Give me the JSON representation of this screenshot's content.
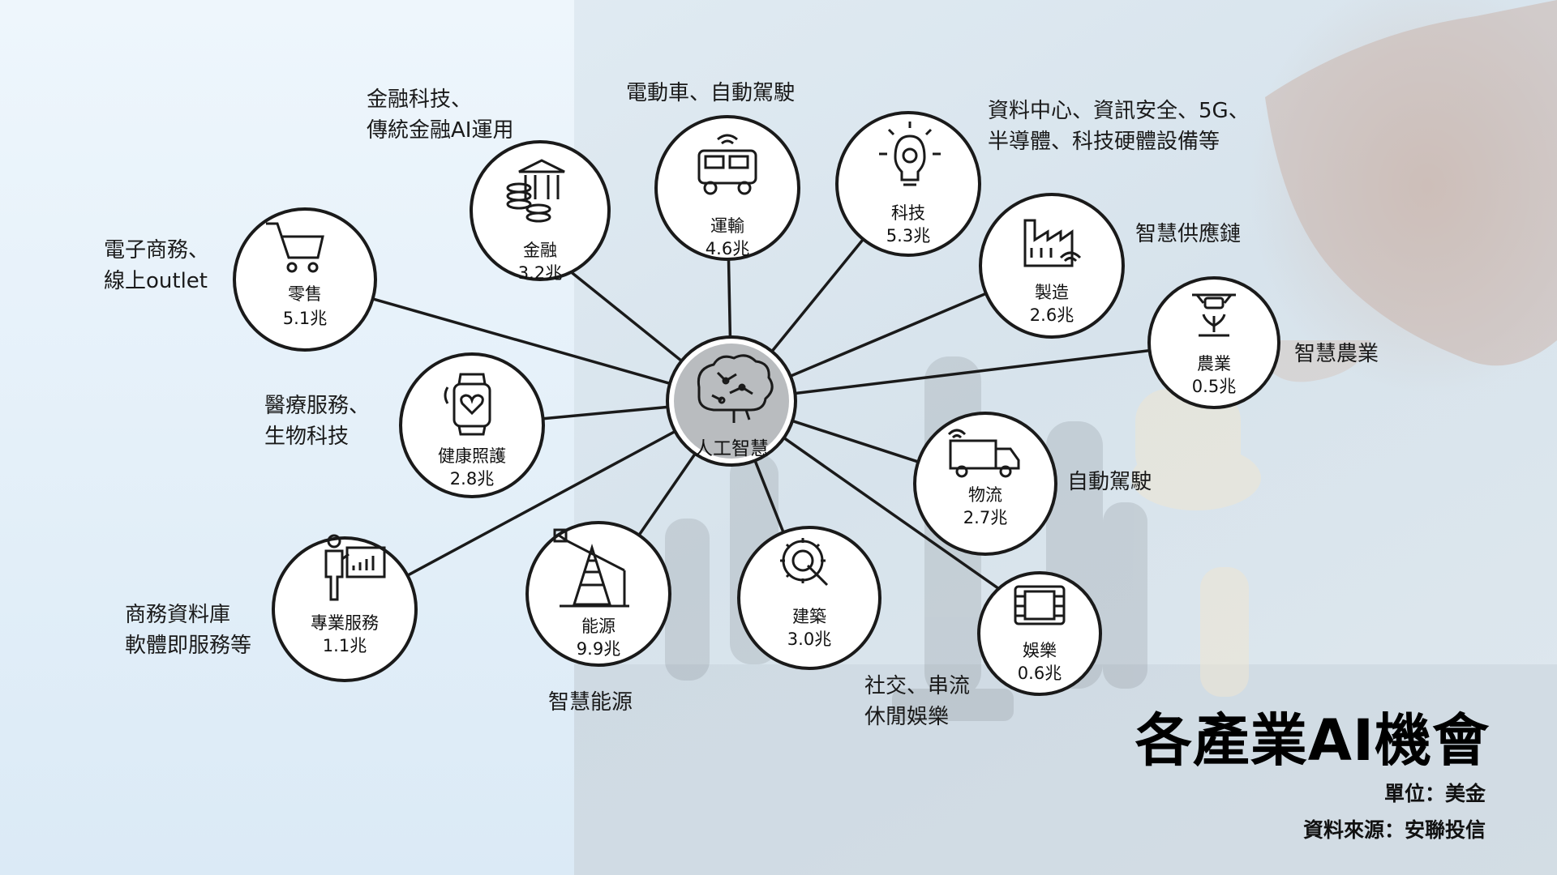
{
  "title": "各產業AI機會",
  "unit": "單位：美金",
  "source": "資料來源：安聯投信",
  "hub": {
    "label": "人工智慧",
    "icon": "brain-circuit-icon"
  },
  "nodes": [
    {
      "id": "retail",
      "name": "零售",
      "value": "5.1兆",
      "icon": "shopping-cart-icon",
      "annotation": [
        "電子商務、",
        "線上outlet"
      ]
    },
    {
      "id": "finance",
      "name": "金融",
      "value": "3.2兆",
      "icon": "bank-coins-icon",
      "annotation": [
        "金融科技、",
        "傳統金融AI運用"
      ]
    },
    {
      "id": "transport",
      "name": "運輸",
      "value": "4.6兆",
      "icon": "connected-vehicle-icon",
      "annotation": [
        "電動車、自動駕駛"
      ]
    },
    {
      "id": "tech",
      "name": "科技",
      "value": "5.3兆",
      "icon": "lightbulb-gear-icon",
      "annotation": [
        "資料中心、資訊安全、5G、",
        "半導體、科技硬體設備等"
      ]
    },
    {
      "id": "manufacturing",
      "name": "製造",
      "value": "2.6兆",
      "icon": "smart-factory-icon",
      "annotation": [
        "智慧供應鏈"
      ]
    },
    {
      "id": "agriculture",
      "name": "農業",
      "value": "0.5兆",
      "icon": "drone-plant-icon",
      "annotation": [
        "智慧農業"
      ]
    },
    {
      "id": "logistics",
      "name": "物流",
      "value": "2.7兆",
      "icon": "delivery-truck-icon",
      "annotation": [
        "自動駕駛"
      ]
    },
    {
      "id": "entertainment",
      "name": "娛樂",
      "value": "0.6兆",
      "icon": "film-strip-icon",
      "annotation": [
        "社交、串流",
        "休閒娛樂"
      ]
    },
    {
      "id": "construction",
      "name": "建築",
      "value": "3.0兆",
      "icon": "gear-wrench-icon",
      "annotation": []
    },
    {
      "id": "energy",
      "name": "能源",
      "value": "9.9兆",
      "icon": "oil-pump-icon",
      "annotation": [
        "智慧能源"
      ]
    },
    {
      "id": "professional",
      "name": "專業服務",
      "value": "1.1兆",
      "icon": "presenter-chart-icon",
      "annotation": [
        "商務資料庫",
        "軟體即服務等"
      ]
    },
    {
      "id": "healthcare",
      "name": "健康照護",
      "value": "2.8兆",
      "icon": "smartwatch-heart-icon",
      "annotation": [
        "醫療服務、",
        "生物科技"
      ]
    }
  ],
  "colors": {
    "panel": "#e9f3fb",
    "line": "#1a1a1a",
    "hub_fill": "#b9bcbf"
  }
}
